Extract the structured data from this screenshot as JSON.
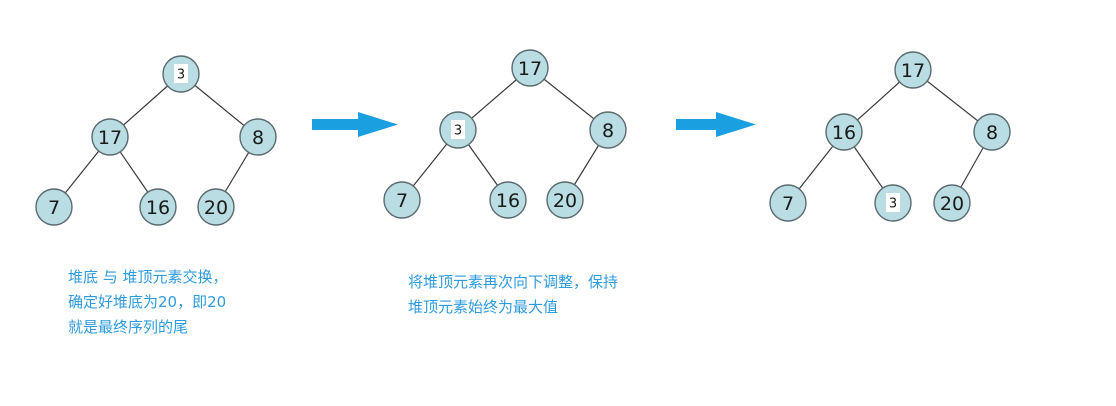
{
  "diagrams": [
    {
      "nodes": [
        {
          "id": "root",
          "label": "3",
          "highlight": true
        },
        {
          "id": "l",
          "label": "17",
          "highlight": false
        },
        {
          "id": "r",
          "label": "8",
          "highlight": false
        },
        {
          "id": "ll",
          "label": "7",
          "highlight": false
        },
        {
          "id": "lr",
          "label": "16",
          "highlight": false
        },
        {
          "id": "rl",
          "label": "20",
          "highlight": false
        }
      ],
      "edges": [
        [
          "root",
          "l"
        ],
        [
          "root",
          "r"
        ],
        [
          "l",
          "ll"
        ],
        [
          "l",
          "lr"
        ],
        [
          "r",
          "rl"
        ]
      ]
    },
    {
      "nodes": [
        {
          "id": "root",
          "label": "17",
          "highlight": false
        },
        {
          "id": "l",
          "label": "3",
          "highlight": true
        },
        {
          "id": "r",
          "label": "8",
          "highlight": false
        },
        {
          "id": "ll",
          "label": "7",
          "highlight": false
        },
        {
          "id": "lr",
          "label": "16",
          "highlight": false
        },
        {
          "id": "rl",
          "label": "20",
          "highlight": false
        }
      ],
      "edges": [
        [
          "root",
          "l"
        ],
        [
          "root",
          "r"
        ],
        [
          "l",
          "ll"
        ],
        [
          "l",
          "lr"
        ],
        [
          "r",
          "rl"
        ]
      ]
    },
    {
      "nodes": [
        {
          "id": "root",
          "label": "17",
          "highlight": false
        },
        {
          "id": "l",
          "label": "16",
          "highlight": false
        },
        {
          "id": "r",
          "label": "8",
          "highlight": false
        },
        {
          "id": "ll",
          "label": "7",
          "highlight": false
        },
        {
          "id": "lr",
          "label": "3",
          "highlight": true
        },
        {
          "id": "rl",
          "label": "20",
          "highlight": false
        }
      ],
      "edges": [
        [
          "root",
          "l"
        ],
        [
          "root",
          "r"
        ],
        [
          "l",
          "ll"
        ],
        [
          "l",
          "lr"
        ],
        [
          "r",
          "rl"
        ]
      ]
    }
  ],
  "captions": {
    "left": [
      "堆底 与 堆顶元素交换，",
      "确定好堆底为20，即20",
      "就是最终序列的尾"
    ],
    "middle": [
      "将堆顶元素再次向下调整，保持",
      "堆顶元素始终为最大值"
    ]
  },
  "colors": {
    "node_fill": "#b9dde2",
    "node_stroke": "#5a6a70",
    "arrow": "#1aa0e0",
    "caption_text": "#2e9bdc"
  }
}
